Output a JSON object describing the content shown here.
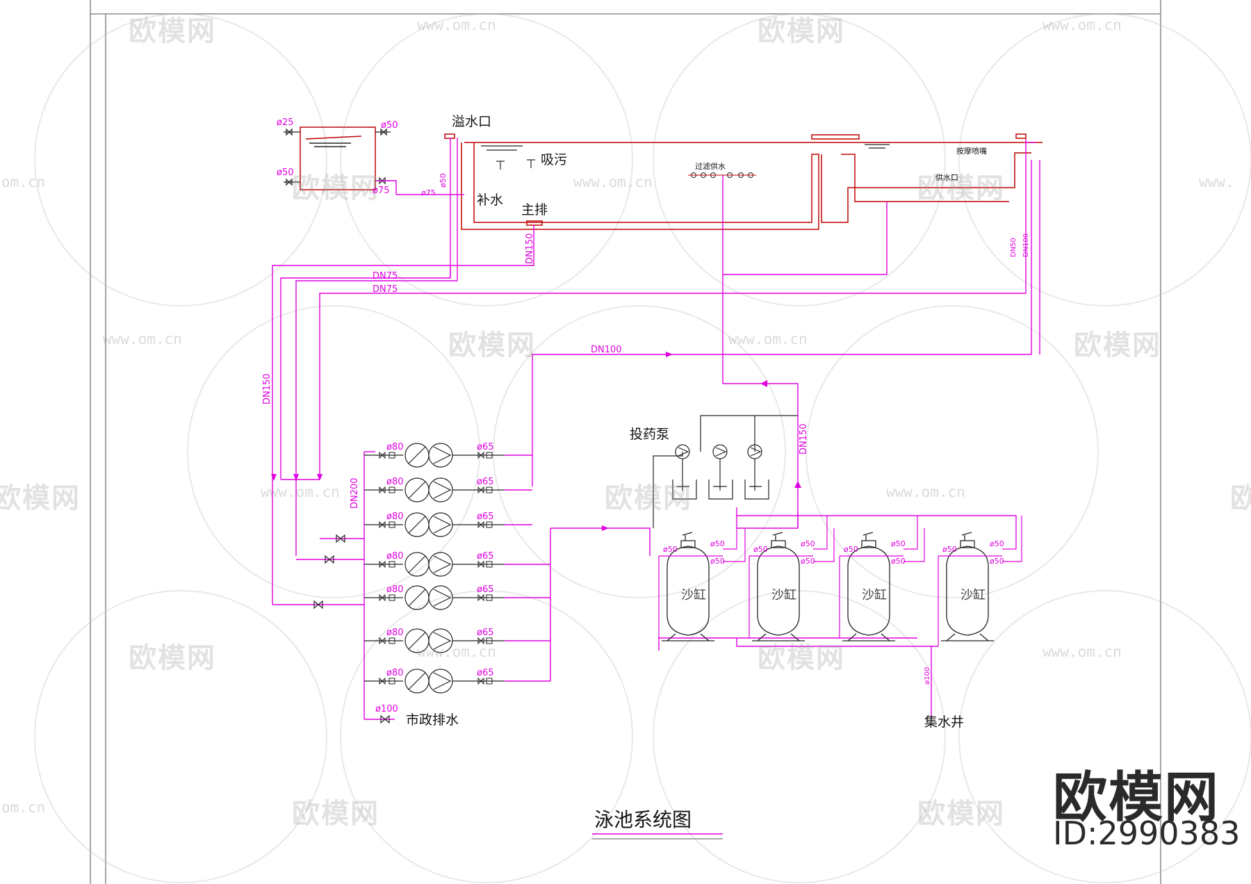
{
  "drawing_title": "泳池系统图",
  "watermark": {
    "brand_text": "欧模网",
    "url_text": "www.om.cn",
    "edge_text_left": "om.cn",
    "edge_text_right": "www."
  },
  "brand_mark": {
    "name": "欧模网",
    "id": "ID:2990383"
  },
  "labels": {
    "overflow_outlet": "溢水口",
    "suction": "吸污",
    "makeup_water": "补水",
    "main_drain": "主排",
    "filtered_supply": "过滤供水",
    "massage_jet": "按摩喷嘴",
    "supply_port": "供水口",
    "dosing_pump": "投药泵",
    "municipal_drain": "市政排水",
    "sump": "集水井",
    "sand_filter": "沙缸"
  },
  "pipe_sizes": {
    "d25": "ø25",
    "d50": "ø50",
    "d75": "ø75",
    "d80": "ø80",
    "d65": "ø65",
    "d100": "ø100",
    "dn75": "DN75",
    "dn100": "DN100",
    "dn150": "DN150",
    "dn200": "DN200",
    "dn50": "DN50"
  },
  "colors": {
    "pipe": "#e000e0",
    "equipment": "#222222",
    "pool_rim": "#c00000"
  }
}
